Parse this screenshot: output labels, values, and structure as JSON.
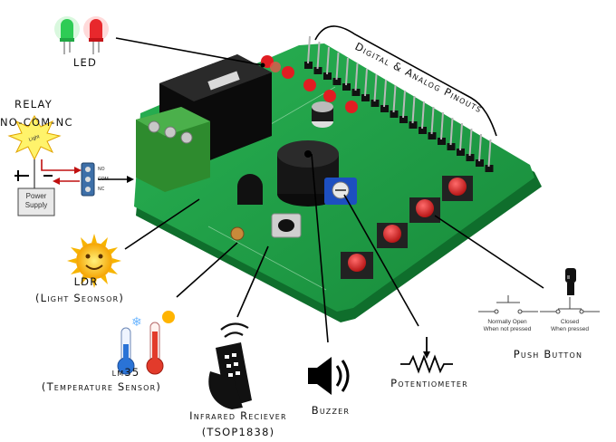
{
  "labels": {
    "led": "LED",
    "pinouts": "Digital & Analog Pinouts",
    "relay_title": "RELAY",
    "relay_sub": "NO-COM-NC",
    "power_supply": "Power Supply",
    "light": "Light",
    "relay_no": "NO",
    "relay_com": "COM",
    "relay_nc": "NC",
    "ldr": "LDR",
    "ldr_sub": "(Light Seonsor)",
    "lm35": "lm35",
    "lm35_sub": "(Temperature Sensor)",
    "ir_1": "Infrared Reciever",
    "ir_2": "(TSOP1838)",
    "buzzer": "Buzzer",
    "pot": "Potentiometer",
    "push": "Push Button",
    "no_1": "Normally Open",
    "no_2": "When not pressed",
    "closed_1": "Closed",
    "closed_2": "When pressed"
  },
  "colors": {
    "pcb": "#1fa14a",
    "pcb_dark": "#137a33",
    "led_green": "#22c55e",
    "led_red": "#e11d22",
    "relay": "#111111",
    "terminal": "#2e8b2e",
    "button_red": "#d21c1c",
    "pot_blue": "#1d4fc0"
  },
  "icons": [
    "led-pair-icon",
    "light-bulb-icon",
    "sun-icon",
    "thermometer-cold-icon",
    "thermometer-hot-icon",
    "remote-hand-icon",
    "speaker-icon",
    "resistor-icon",
    "switch-open-icon",
    "switch-closed-icon",
    "finger-press-icon"
  ]
}
